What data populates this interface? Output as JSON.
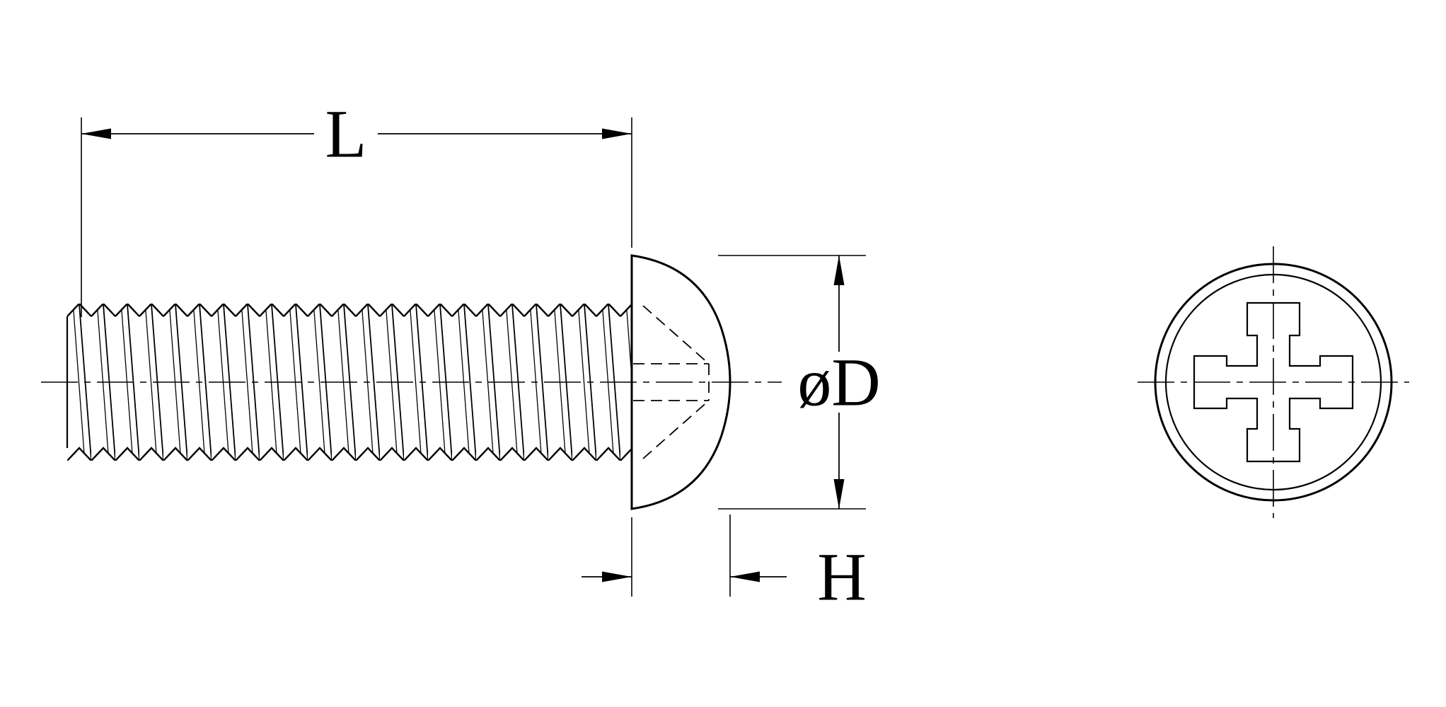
{
  "drawing": {
    "labels": {
      "length": "L",
      "head_diameter": "øD",
      "head_height": "H"
    },
    "colors": {
      "line": "#000000",
      "background": "#ffffff"
    }
  }
}
